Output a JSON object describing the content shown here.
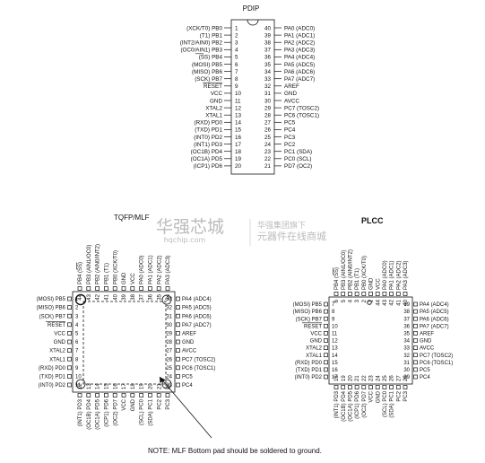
{
  "pdip": {
    "title": "PDIP",
    "left": [
      [
        "(XCK/T0) PB0",
        "1"
      ],
      [
        "(T1) PB1",
        "2"
      ],
      [
        "(INT2/AIN0) PB2",
        "3"
      ],
      [
        "(OC0/AIN1) PB3",
        "4"
      ],
      [
        "(SS) PB4",
        "5"
      ],
      [
        "(MOSI) PB5",
        "6"
      ],
      [
        "(MISO) PB6",
        "7"
      ],
      [
        "(SCK) PB7",
        "8"
      ],
      [
        "RESET",
        "9"
      ],
      [
        "VCC",
        "10"
      ],
      [
        "GND",
        "11"
      ],
      [
        "XTAL2",
        "12"
      ],
      [
        "XTAL1",
        "13"
      ],
      [
        "(RXD) PD0",
        "14"
      ],
      [
        "(TXD) PD1",
        "15"
      ],
      [
        "(INT0) PD2",
        "16"
      ],
      [
        "(INT1) PD3",
        "17"
      ],
      [
        "(OC1B) PD4",
        "18"
      ],
      [
        "(OC1A) PD5",
        "19"
      ],
      [
        "(ICP1) PD6",
        "20"
      ]
    ],
    "right": [
      [
        "40",
        "PA0 (ADC0)"
      ],
      [
        "39",
        "PA1 (ADC1)"
      ],
      [
        "38",
        "PA2 (ADC2)"
      ],
      [
        "37",
        "PA3 (ADC3)"
      ],
      [
        "36",
        "PA4 (ADC4)"
      ],
      [
        "35",
        "PA5 (ADC5)"
      ],
      [
        "34",
        "PA6 (ADC6)"
      ],
      [
        "33",
        "PA7 (ADC7)"
      ],
      [
        "32",
        "AREF"
      ],
      [
        "31",
        "GND"
      ],
      [
        "30",
        "AVCC"
      ],
      [
        "29",
        "PC7 (TOSC2)"
      ],
      [
        "28",
        "PC6 (TOSC1)"
      ],
      [
        "27",
        "PC5"
      ],
      [
        "26",
        "PC4"
      ],
      [
        "25",
        "PC3"
      ],
      [
        "24",
        "PC2"
      ],
      [
        "23",
        "PC1 (SDA)"
      ],
      [
        "22",
        "PC0 (SCL)"
      ],
      [
        "21",
        "PD7 (OC2)"
      ]
    ]
  },
  "tqfp": {
    "title": "TQFP/MLF",
    "left": [
      [
        "(MOSI) PB5",
        "1"
      ],
      [
        "(MISO) PB6",
        "2"
      ],
      [
        "(SCK) PB7",
        "3"
      ],
      [
        "RESET",
        "4"
      ],
      [
        "VCC",
        "5"
      ],
      [
        "GND",
        "6"
      ],
      [
        "XTAL2",
        "7"
      ],
      [
        "XTAL1",
        "8"
      ],
      [
        "(RXD) PD0",
        "9"
      ],
      [
        "(TXD) PD1",
        "10"
      ],
      [
        "(INT0) PD2",
        "11"
      ]
    ],
    "right": [
      [
        "33",
        "PA4 (ADC4)"
      ],
      [
        "32",
        "PA5 (ADC5)"
      ],
      [
        "31",
        "PA6 (ADC6)"
      ],
      [
        "30",
        "PA7 (ADC7)"
      ],
      [
        "29",
        "AREF"
      ],
      [
        "28",
        "GND"
      ],
      [
        "27",
        "AVCC"
      ],
      [
        "26",
        "PC7 (TOSC2)"
      ],
      [
        "25",
        "PC6 (TOSC1)"
      ],
      [
        "24",
        "PC5"
      ],
      [
        "23",
        "PC4"
      ]
    ],
    "top": [
      [
        "44",
        "PB4 (SS)"
      ],
      [
        "43",
        "PB3 (AIN1/OC0)"
      ],
      [
        "42",
        "PB2 (AIN0/INT2)"
      ],
      [
        "41",
        "PB1 (T1)"
      ],
      [
        "40",
        "PB0 (XCK/T0)"
      ],
      [
        "39",
        "GND"
      ],
      [
        "38",
        "VCC"
      ],
      [
        "37",
        "PA0 (ADC0)"
      ],
      [
        "36",
        "PA1 (ADC1)"
      ],
      [
        "35",
        "PA2 (ADC2)"
      ],
      [
        "34",
        "PA3 (ADC3)"
      ]
    ],
    "bottom": [
      [
        "12",
        "(INT1) PD3"
      ],
      [
        "13",
        "(OC1B) PD4"
      ],
      [
        "14",
        "(OC1A) PD5"
      ],
      [
        "15",
        "(ICP1) PD6"
      ],
      [
        "16",
        "(OC2) PD7"
      ],
      [
        "17",
        "VCC"
      ],
      [
        "18",
        "GND"
      ],
      [
        "19",
        "(SCL) PC0"
      ],
      [
        "20",
        "(SDA) PC1"
      ],
      [
        "21",
        "PC2"
      ],
      [
        "22",
        "PC3"
      ]
    ]
  },
  "plcc": {
    "title": "PLCC",
    "left": [
      [
        "(MOSI) PB5",
        "7"
      ],
      [
        "(MISO) PB6",
        "8"
      ],
      [
        "(SCK) PB7",
        "9"
      ],
      [
        "RESET",
        "10"
      ],
      [
        "VCC",
        "11"
      ],
      [
        "GND",
        "12"
      ],
      [
        "XTAL2",
        "13"
      ],
      [
        "XTAL1",
        "14"
      ],
      [
        "(RXD) PD0",
        "15"
      ],
      [
        "(TXD) PD1",
        "16"
      ],
      [
        "(INT0) PD2",
        "17"
      ]
    ],
    "right": [
      [
        "39",
        "PA4 (ADC4)"
      ],
      [
        "38",
        "PA5 (ADC5)"
      ],
      [
        "37",
        "PA6 (ADC6)"
      ],
      [
        "36",
        "PA7 (ADC7)"
      ],
      [
        "35",
        "AREF"
      ],
      [
        "34",
        "GND"
      ],
      [
        "33",
        "AVCC"
      ],
      [
        "32",
        "PC7 (TOSC2)"
      ],
      [
        "31",
        "PC6 (TOSC1)"
      ],
      [
        "30",
        "PC5"
      ],
      [
        "29",
        "PC4"
      ]
    ],
    "top": [
      [
        "6",
        "PB4 (SS)"
      ],
      [
        "5",
        "PB3 (AIN1/OC0)"
      ],
      [
        "4",
        "PB2 (AIN0/INT2)"
      ],
      [
        "3",
        "PB1 (T1)"
      ],
      [
        "2",
        "PB0 (XCK/T0)"
      ],
      [
        "1",
        "GND"
      ],
      [
        "44",
        "VCC"
      ],
      [
        "43",
        "PA0 (ADC0)"
      ],
      [
        "42",
        "PA1 (ADC1)"
      ],
      [
        "41",
        "PA2 (ADC2)"
      ],
      [
        "40",
        "PA3 (ADC3)"
      ]
    ],
    "bottom": [
      [
        "18",
        "(INT1) PD3"
      ],
      [
        "19",
        "(OC1B) PD4"
      ],
      [
        "20",
        "(OC1A) PD5"
      ],
      [
        "21",
        "(ICP1) PD6"
      ],
      [
        "22",
        "(OC2) PD7"
      ],
      [
        "23",
        "VCC"
      ],
      [
        "24",
        "GND"
      ],
      [
        "25",
        "(SCL) PC0"
      ],
      [
        "26",
        "(SDA) PC1"
      ],
      [
        "27",
        "PC2"
      ],
      [
        "28",
        "PC3"
      ]
    ]
  },
  "watermark": {
    "brand": "华强芯城",
    "url": "hqchip.com",
    "line1": "华强集团旗下",
    "line2": "元器件在线商城"
  },
  "note": "NOTE:  MLF Bottom pad should be soldered to ground."
}
